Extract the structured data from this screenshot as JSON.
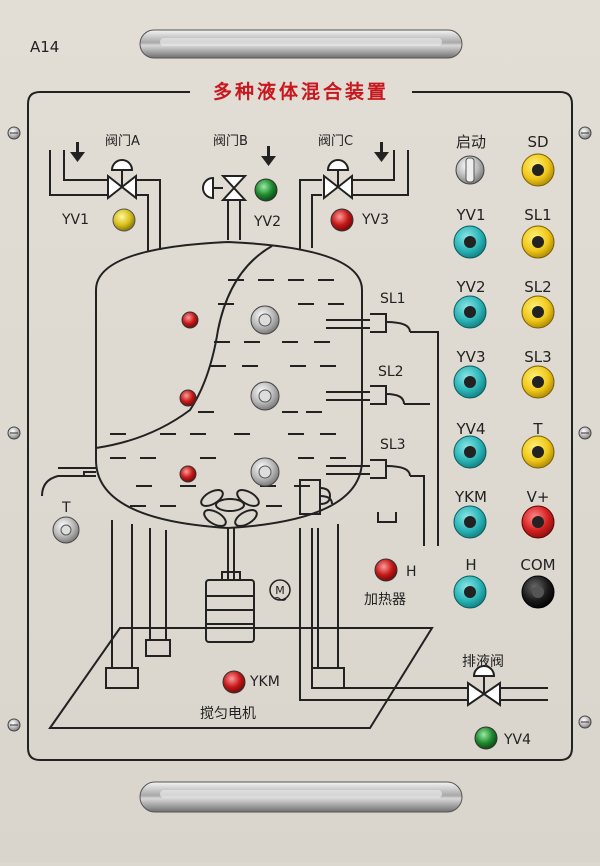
{
  "panel": {
    "code": "A14",
    "title": "多种液体混合装置"
  },
  "diagram": {
    "valve_a": "阀门A",
    "valve_b": "阀门B",
    "valve_c": "阀门C",
    "yv1": "YV1",
    "yv2": "YV2",
    "yv3": "YV3",
    "sl1": "SL1",
    "sl2": "SL2",
    "sl3": "SL3",
    "t": "T",
    "h": "H",
    "heater": "加热器",
    "motor_symbol": "M",
    "ykm": "YKM",
    "mixer_motor": "搅匀电机",
    "drain_valve": "排液阀",
    "yv4": "YV4"
  },
  "terminals": {
    "start": "启动",
    "sd": "SD",
    "yv1": "YV1",
    "sl1": "SL1",
    "yv2": "YV2",
    "sl2": "SL2",
    "yv3": "YV3",
    "sl3": "SL3",
    "yv4": "YV4",
    "t": "T",
    "ykm": "YKM",
    "vplus": "V+",
    "h": "H",
    "com": "COM"
  },
  "colors": {
    "cyan_terminal": "#2bb5b8",
    "yellow_terminal": "#f0c81a",
    "red_terminal": "#d42020",
    "black_terminal": "#1a1a1a",
    "title_red": "#c8181e",
    "line": "#222222",
    "led_red": "#c41818",
    "led_green": "#1f8a2e",
    "led_yellow": "#d8c01a"
  }
}
